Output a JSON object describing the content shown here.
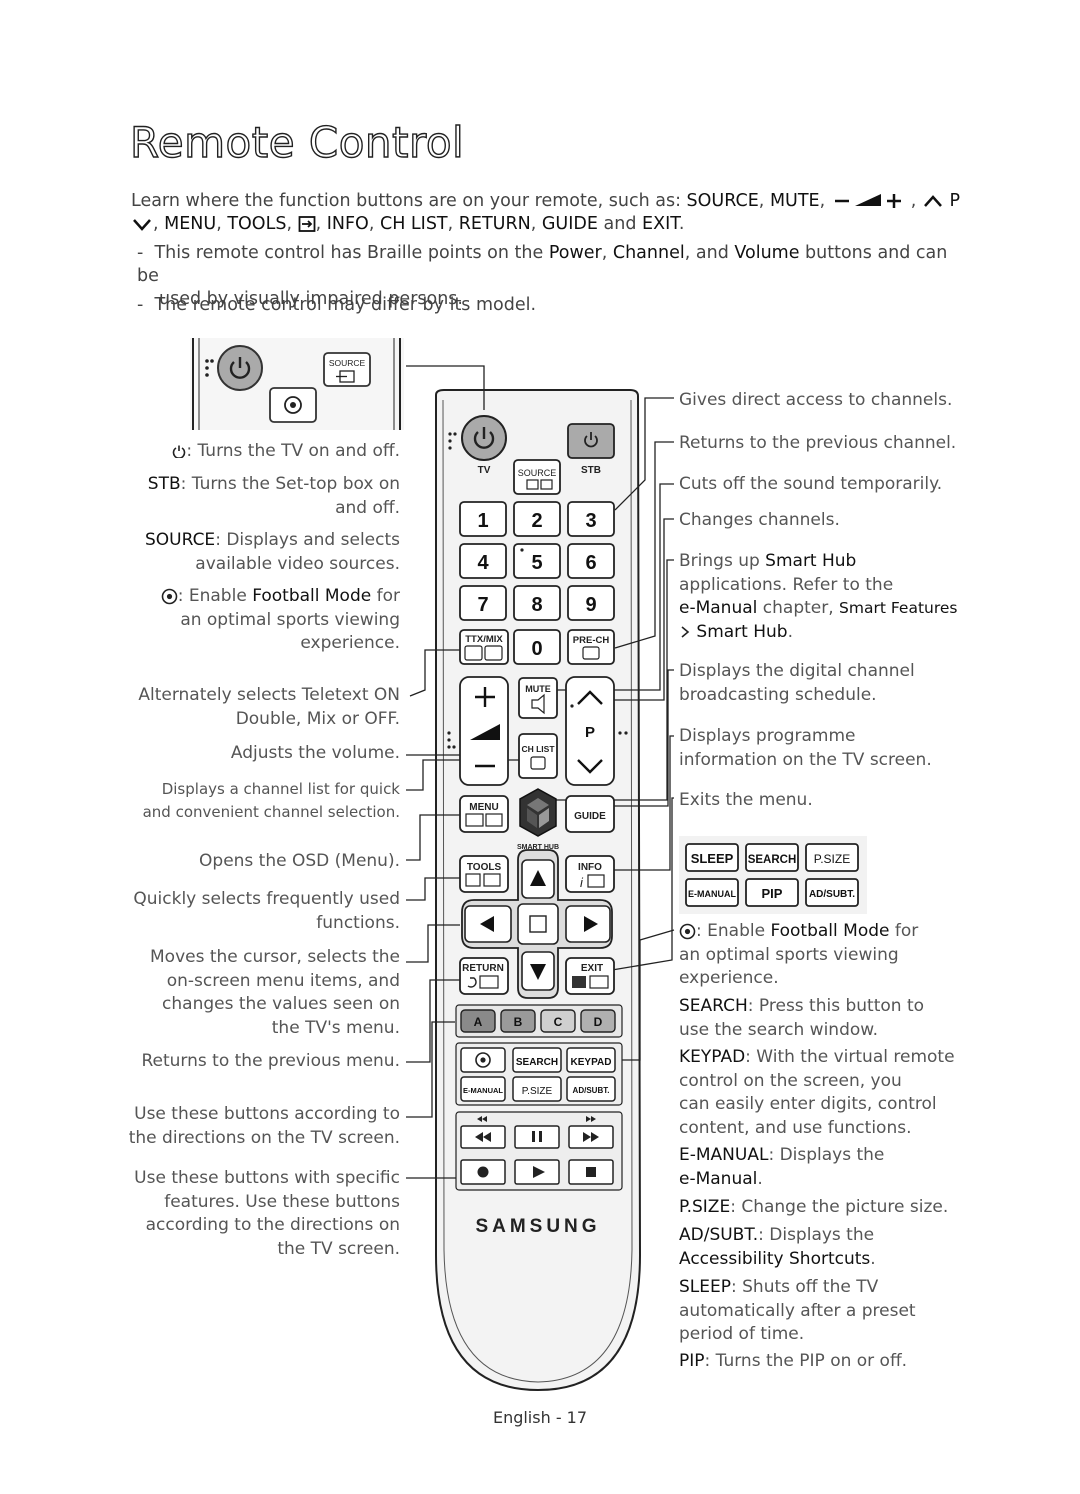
{
  "title": "Remote Control",
  "intro": {
    "t1": "Learn where the function buttons are on your remote, such as: ",
    "k_source": "SOURCE",
    "k_mute": "MUTE",
    "k_p": "P",
    "k_menu": "MENU",
    "k_tools": "TOOLS",
    "k_info": "INFO",
    "k_chlist": "CH LIST",
    "k_return": "RETURN",
    "k_guide": "GUIDE",
    "t_and": "and",
    "k_exit": "EXIT"
  },
  "notes": {
    "n1_a": "This remote control has Braille points on the ",
    "n1_power": "Power",
    "n1_channel": "Channel",
    "n1_and": "and",
    "n1_volume": "Volume",
    "n1_b": " buttons and can be",
    "n1_c": "used by visually impaired persons.",
    "n2": "The remote control may differ by its model."
  },
  "left_annotations": {
    "power": ": Turns the TV on and off.",
    "stb_k": "STB",
    "stb": ": Turns the Set-top box on",
    "stb2": "and off.",
    "source_k": "SOURCE",
    "source": ": Displays and selects",
    "source2": "available video sources.",
    "football_a": ": Enable ",
    "football_k": "Football Mode",
    "football_b": " for",
    "football2": "an optimal sports viewing",
    "football3": "experience.",
    "teletext1": "Alternately selects Teletext ON",
    "teletext2": "Double, Mix or OFF.",
    "volume": "Adjusts the volume.",
    "chlist1": "Displays a channel list for quick",
    "chlist2": "and convenient channel selection.",
    "menu": "Opens the OSD (Menu).",
    "tools1": "Quickly selects frequently used",
    "tools2": "functions.",
    "cursor1": "Moves the cursor, selects the",
    "cursor2": "on-screen menu items, and",
    "cursor3": "changes the values seen on",
    "cursor4": "the TV's menu.",
    "return": "Returns to the previous menu.",
    "color1": "Use these buttons according to",
    "color2": "the directions on the TV screen.",
    "media1": "Use these buttons with specific",
    "media2": "features. Use these buttons",
    "media3": "according to the directions on",
    "media4": "the TV screen."
  },
  "right_annotations": {
    "numbers": "Gives direct access to channels.",
    "prech": "Returns to the previous channel.",
    "mute": "Cuts off the sound temporarily.",
    "channel": "Changes channels.",
    "smarthub1_a": "Brings up ",
    "smarthub1_k": "Smart Hub",
    "smarthub2": "applications. Refer to the",
    "smarthub3_k": "e-Manual",
    "smarthub3_b": " chapter, ",
    "smarthub3_k2": "Smart Features",
    "smarthub4_k": "Smart Hub",
    "guide1": "Displays the digital channel",
    "guide2": "broadcasting schedule.",
    "info1": "Displays programme",
    "info2": "information on the TV screen.",
    "exit": "Exits the menu.",
    "football_a": ": Enable ",
    "football_k": "Football Mode",
    "football_b": " for",
    "football2": "an optimal sports viewing",
    "football3": "experience.",
    "search_k": "SEARCH",
    "search1": ": Press this button to",
    "search2": "use the search window.",
    "keypad_k": "KEYPAD",
    "keypad1": ": With the virtual remote",
    "keypad2": "control on the screen, you",
    "keypad3": "can easily enter digits, control",
    "keypad4": "content, and use functions.",
    "emanual_k": "E-MANUAL",
    "emanual1": ": Displays the",
    "emanual2_k": "e-Manual",
    "psize_k": "P.SIZE",
    "psize": ": Change the picture size.",
    "adsubt_k": "AD/SUBT.",
    "adsubt1": ": Displays the",
    "adsubt2_k": "Accessibility Shortcuts",
    "sleep_k": "SLEEP",
    "sleep1": ": Shuts off the TV",
    "sleep2": "automatically after a preset",
    "sleep3": "period of time.",
    "pip_k": "PIP",
    "pip": ": Turns the PIP on or off."
  },
  "remote": {
    "tv": "TV",
    "stb": "STB",
    "source": "SOURCE",
    "digits": [
      "1",
      "2",
      "3",
      "4",
      "5",
      "6",
      "7",
      "8",
      "9"
    ],
    "zero": "0",
    "ttxmix": "TTX/MIX",
    "prech": "PRE-CH",
    "mute": "MUTE",
    "p": "P",
    "chlist": "CH LIST",
    "menu": "MENU",
    "guide": "GUIDE",
    "smarthub": "SMART HUB",
    "tools": "TOOLS",
    "info": "INFO",
    "return": "RETURN",
    "exit": "EXIT",
    "colors": [
      "A",
      "B",
      "C",
      "D"
    ],
    "search": "SEARCH",
    "keypad": "KEYPAD",
    "emanual": "E-MANUAL",
    "psize": "P.SIZE",
    "adsubt": "AD/SUBT.",
    "brand": "SAMSUNG"
  },
  "inset_top": {
    "source": "SOURCE"
  },
  "inset_right": {
    "sleep": "SLEEP",
    "search": "SEARCH",
    "psize": "P.SIZE",
    "emanual": "E-MANUAL",
    "pip": "PIP",
    "adsubt": "AD/SUBT."
  },
  "footer": "English - 17"
}
